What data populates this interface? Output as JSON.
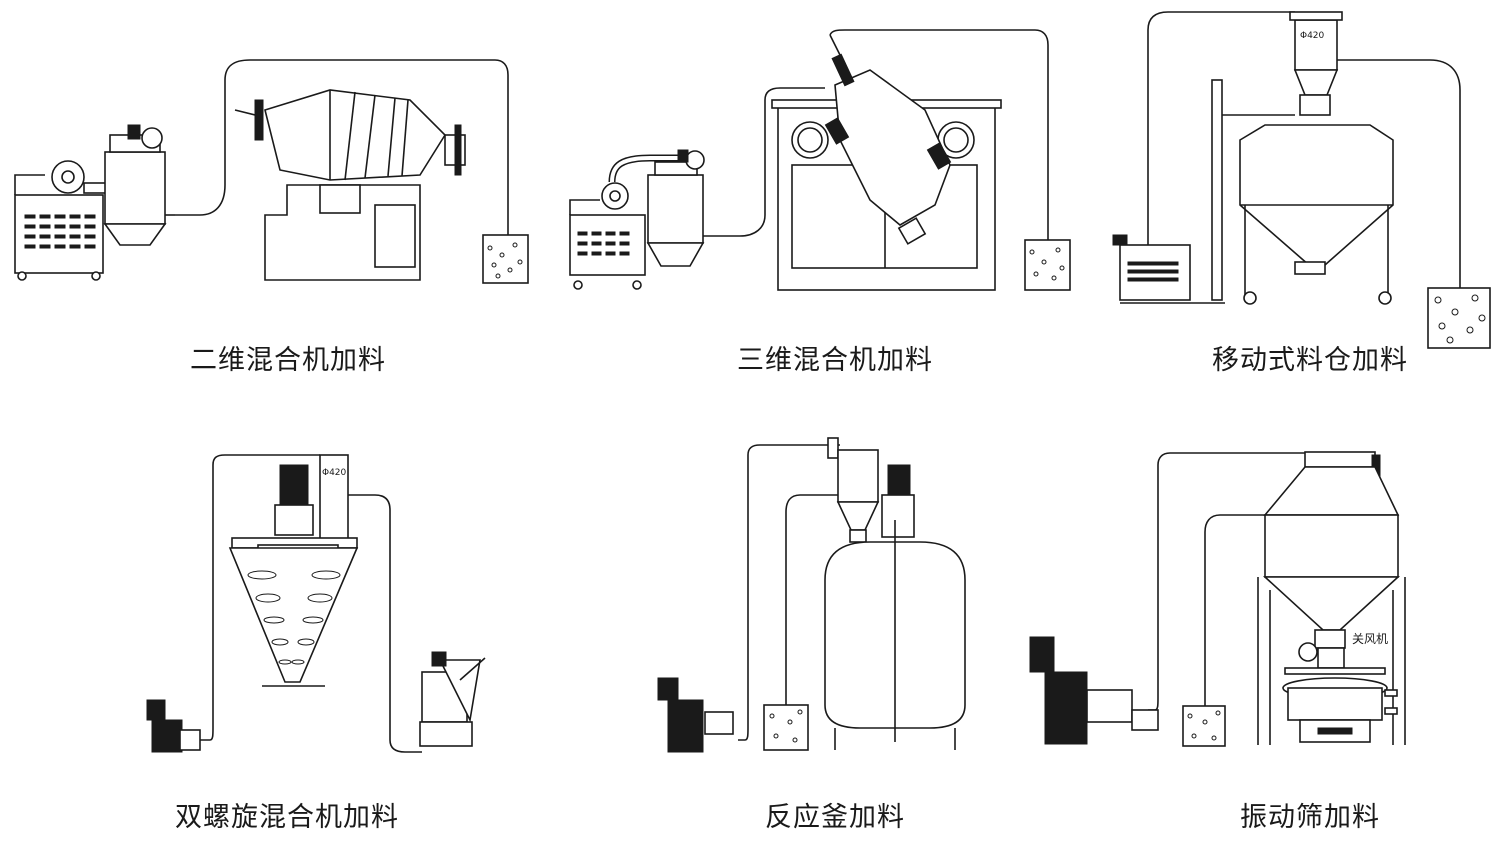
{
  "captions": {
    "c1": "二维混合机加料",
    "c2": "三维混合机加料",
    "c3": "移动式料仓加料",
    "c4": "双螺旋混合机加料",
    "c5": "反应釜加料",
    "c6": "振动筛加料"
  },
  "labels": {
    "phi1": "Φ420",
    "phi2": "Φ420",
    "rotary_valve": "关风机"
  }
}
